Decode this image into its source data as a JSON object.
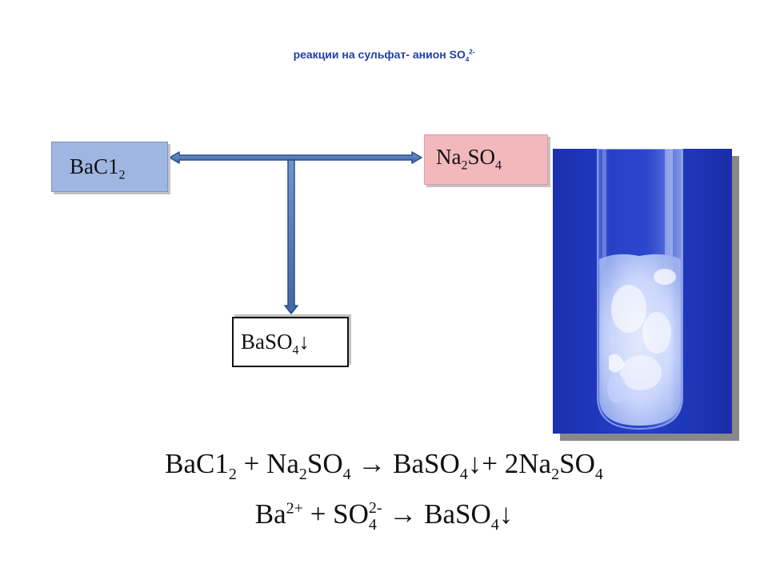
{
  "title": {
    "text": "реакции на сульфат- анион SO",
    "sub": "4",
    "sup": "2-"
  },
  "boxes": {
    "bacl2": {
      "main": "BaC1",
      "sub": "2"
    },
    "na2so4": {
      "a": "Na",
      "sub": "2",
      "b": "SO",
      "sub2": "4"
    },
    "baso4": {
      "a": "BaSO",
      "sub": "4",
      "arrow": "↓"
    }
  },
  "equation1": {
    "p1": "BaC1",
    "s1": "2",
    "p2": " + Na",
    "s2": "2",
    "p3": "SO",
    "s3": "4",
    "p4": " → BaSO",
    "s4": "4",
    "p5": "↓+ 2Na",
    "s5": "2",
    "p6": "SO",
    "s6": "4"
  },
  "equation2": {
    "p1": "Ba",
    "sup1": "2+",
    "p2": " + SO",
    "sub2": "4",
    "sup2": "2-",
    "p3": " → BaSO",
    "sub3": "4",
    "p4": "↓"
  },
  "colors": {
    "title": "#1f3fa8",
    "bacl2_fill": "#9fb6e3",
    "na2so4_fill": "#f2b8bb",
    "arrow_fill": "#4f78b5",
    "arrow_stroke": "#2e4f86",
    "photo_bg": "#1d33b8"
  }
}
